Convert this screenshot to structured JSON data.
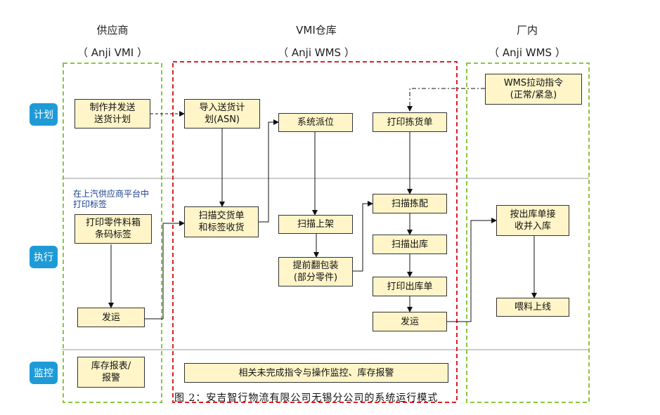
{
  "columns": {
    "supplier": {
      "title": "供应商",
      "subtitle": "（ Anji VMI ）"
    },
    "vmi": {
      "title": "VMI仓库",
      "subtitle": "（ Anji WMS ）"
    },
    "plant": {
      "title": "厂内",
      "subtitle": "（ Anji WMS ）"
    }
  },
  "phases": {
    "plan": "计划",
    "execute": "执行",
    "monitor": "监控"
  },
  "boxes": {
    "make_send_plan": "制作并发送\n送货计划",
    "import_asn": "导入送货计\n划(ASN)",
    "system_dispatch": "系统派位",
    "print_pick_list": "打印拣货单",
    "wms_pull": "WMS拉动指令\n(正常/紧急)",
    "print_labels": "打印零件料箱\n条码标签",
    "scan_receive": "扫描交货单\n和标签收货",
    "scan_putaway": "扫描上架",
    "scan_pick": "扫描拣配",
    "outbound_receive": "按出库单接\n收并入库",
    "scan_outbound": "扫描出库",
    "repack": "提前翻包装\n(部分零件)",
    "print_outbound": "打印出库单",
    "ship_supplier": "发运",
    "ship_vmi": "发运",
    "feed_line": "喂料上线",
    "inventory_alarm": "库存报表/\n报警",
    "monitor_bar": "相关未完成指令与操作监控、库存报警"
  },
  "note": "在上汽供应商平台中\n打印标签",
  "caption": "图 2：安吉智行物流有限公司无锡分公司的系统运行模式",
  "colors": {
    "green_dash": "#8cc63f",
    "red_dash": "#d9212a",
    "box_fill": "#fff5c8",
    "phase_label": "#1e9bd7"
  }
}
